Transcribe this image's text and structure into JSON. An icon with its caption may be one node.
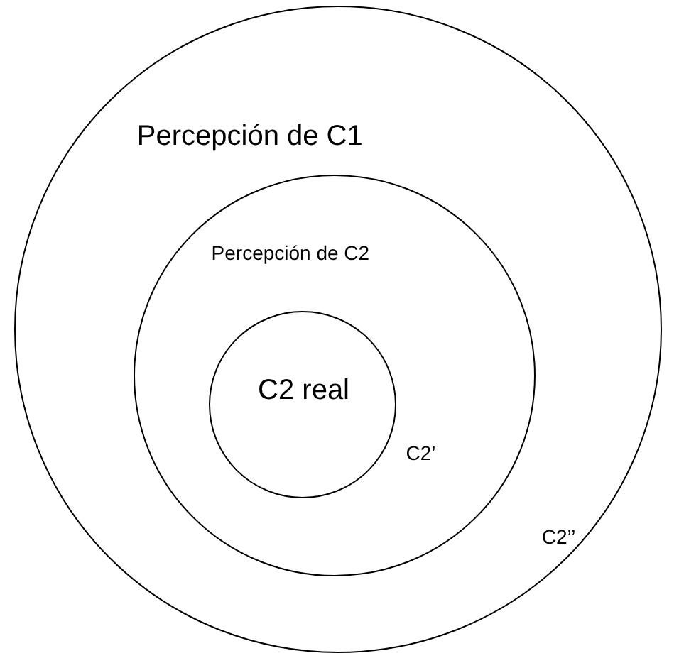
{
  "diagram": {
    "nodes": [
      {
        "text": [
          "Percepción de C1",
          "C2’’"
        ]
      },
      {
        "text": [
          "Percepción de C2",
          "C2’"
        ],
        "in": 0
      },
      {
        "text": [
          "C2 real"
        ],
        "in": 1
      }
    ]
  }
}
